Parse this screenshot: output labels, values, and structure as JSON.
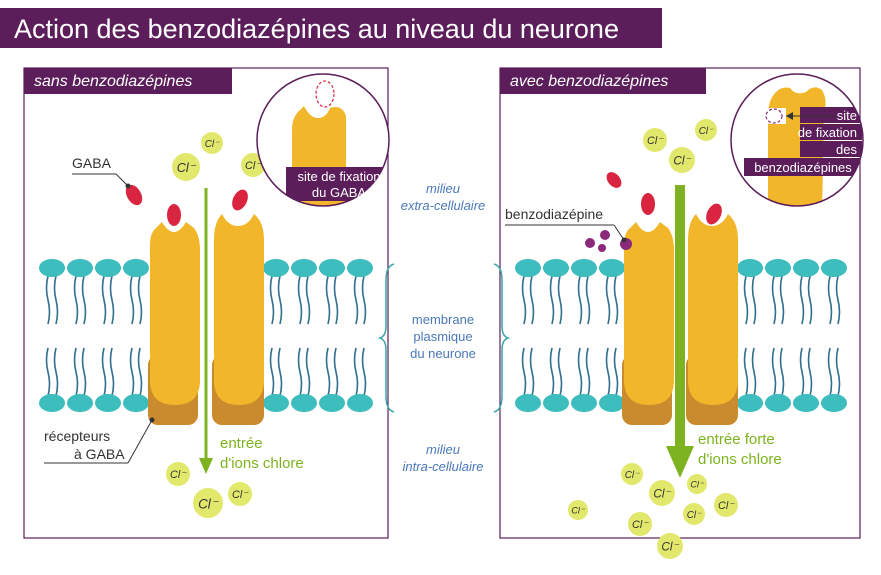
{
  "title": "Action des benzodiazépines au niveau du neurone",
  "panels": {
    "left": {
      "header": "sans benzodiazépines",
      "inset_label_line1": "site de fixation",
      "inset_label_line2": "du GABA",
      "gaba_label": "GABA",
      "receptor_label_line1": "récepteurs",
      "receptor_label_line2": "à GABA",
      "flow_label_line1": "entrée",
      "flow_label_line2": "d'ions chlore"
    },
    "right": {
      "header": "avec benzodiazépines",
      "inset_label_line1": "site",
      "inset_label_line2": "de fixation",
      "inset_label_line3": "des",
      "inset_label_line4": "benzodiazépines",
      "benzo_label": "benzodiazépine",
      "flow_label_line1": "entrée forte",
      "flow_label_line2": "d'ions chlore"
    }
  },
  "middle_labels": {
    "extra_line1": "milieu",
    "extra_line2": "extra-cellulaire",
    "membrane_line1": "membrane",
    "membrane_line2": "plasmique",
    "membrane_line3": "du neurone",
    "intra_line1": "milieu",
    "intra_line2": "intra-cellulaire"
  },
  "ion_symbol": "Cl⁻",
  "colors": {
    "title_bg": "#5b1e5b",
    "receptor": "#f2b62a",
    "receptor_base": "#c98b2d",
    "lipid_head": "#3dbdbd",
    "lipid_tail": "#2e6f8e",
    "gaba": "#d9253f",
    "benzo": "#8b2a7a",
    "arrow": "#7db320",
    "ion": "#e2e86b",
    "label_bg": "#5b1e5b",
    "mid_text": "#4a78b8"
  }
}
